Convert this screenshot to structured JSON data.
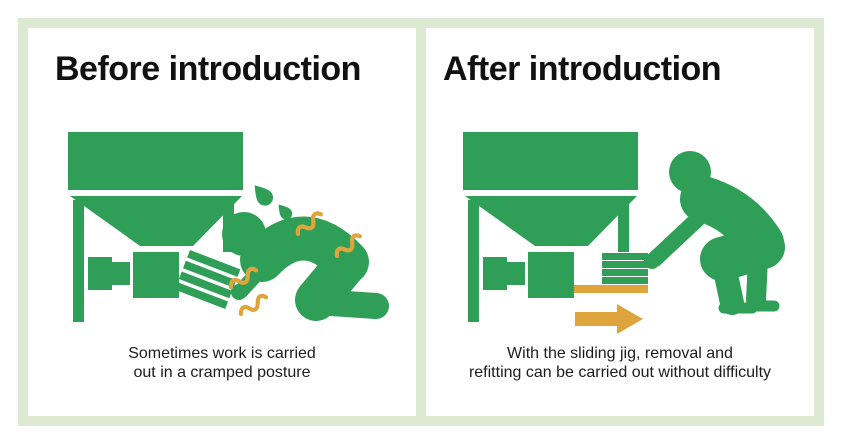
{
  "colors": {
    "green": "#2f9f57",
    "light-green": "#dcead3",
    "orange": "#dfa53d",
    "text": "#1c1c1c",
    "background": "#ffffff"
  },
  "panels": {
    "before": {
      "title": "Before introduction",
      "caption_line1": "Sometimes work is carried",
      "caption_line2": "out in a cramped posture",
      "icons": [
        "hopper-machine",
        "tilted-plate-stack",
        "kneeling-worker",
        "sweat-drops",
        "strain-squiggles"
      ]
    },
    "after": {
      "title": "After introduction",
      "caption_line1": "With the sliding jig, removal and",
      "caption_line2": "refitting can be carried out without difficulty",
      "icons": [
        "hopper-machine",
        "plate-stack-on-sliding-jig",
        "sliding-jig-rail",
        "slide-direction-arrow",
        "squatting-worker"
      ]
    }
  }
}
